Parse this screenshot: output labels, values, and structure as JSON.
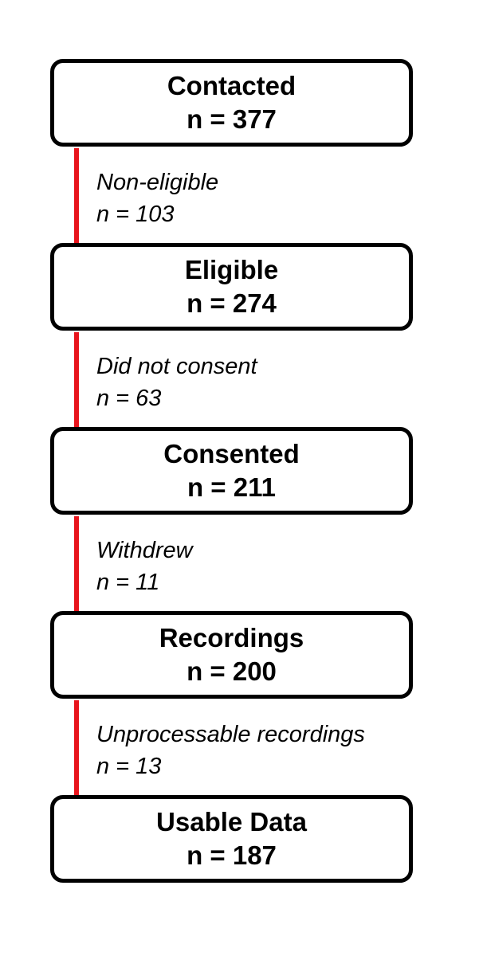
{
  "stages": [
    {
      "label": "Contacted",
      "count": "n = 377"
    },
    {
      "label": "Eligible",
      "count": "n = 274"
    },
    {
      "label": "Consented",
      "count": "n = 211"
    },
    {
      "label": "Recordings",
      "count": "n = 200"
    },
    {
      "label": "Usable Data",
      "count": "n = 187"
    }
  ],
  "exclusions": [
    {
      "label": "Non-eligible",
      "count": "n = 103"
    },
    {
      "label": "Did not consent",
      "count": "n = 63"
    },
    {
      "label": "Withdrew",
      "count": "n = 11"
    },
    {
      "label": "Unprocessable recordings",
      "count": "n = 13"
    }
  ],
  "colors": {
    "connector": "#e8141c",
    "box_border": "#000000"
  }
}
